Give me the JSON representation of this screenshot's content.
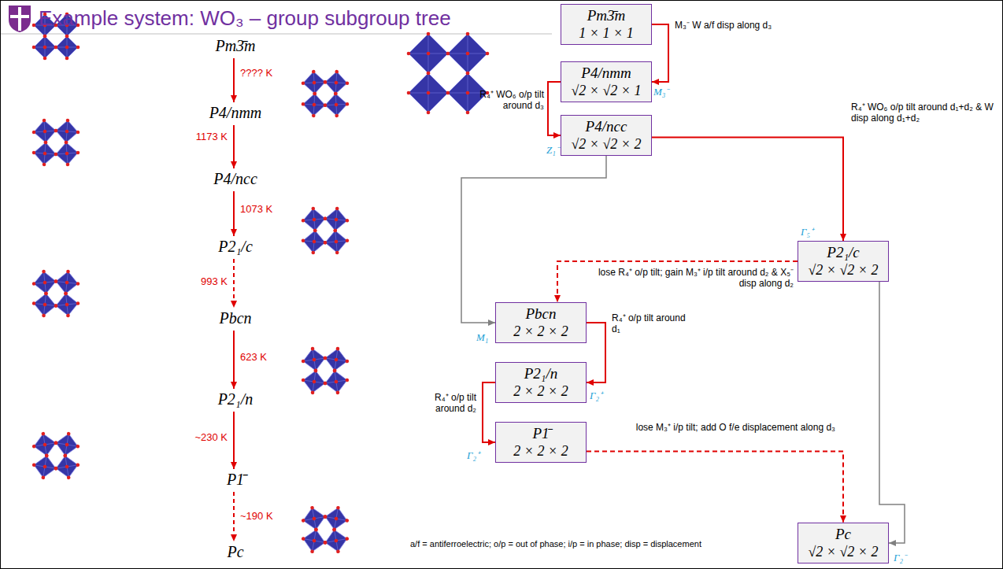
{
  "diagram": {
    "title": "Example system: WO₃ – group subgroup tree",
    "nodes": [
      {
        "text": [
          "Pm3̄m",
          "1 × 1 × 1"
        ]
      },
      {
        "text": [
          "P4/nmm",
          "√2 × √2 × 1"
        ]
      },
      {
        "text": [
          "P4/ncc",
          "√2 × √2 × 2"
        ]
      },
      {
        "text": [
          "P2₁/c",
          "√2 × √2 × 2"
        ]
      },
      {
        "text": [
          "Pbcn",
          "2 × 2 × 2"
        ]
      },
      {
        "text": [
          "P2₁/n",
          "2 × 2 × 2"
        ]
      },
      {
        "text": [
          "P1̄",
          "2 × 2 × 2"
        ]
      },
      {
        "text": [
          "Pc",
          "√2 × √2 × 2"
        ]
      }
    ],
    "edges": [
      {
        "from": 0,
        "to": 1,
        "arrow": "to",
        "label": "M₃⁻ W a/f disp along d₃"
      },
      {
        "from": 1,
        "to": 2,
        "arrow": "to",
        "label": "R₄⁺ WO₆ o/p tilt around d₃"
      },
      {
        "from": 2,
        "to": 3,
        "arrow": "to",
        "label": "R₄⁺ WO₆ o/p tilt around d₁+d₂ & W disp along d₁+d₂"
      },
      {
        "from": 3,
        "to": 4,
        "arrow": "to",
        "label": "lose R₄⁺ o/p tilt; gain M₃⁺ i/p tilt around d₂ & X₅⁻ disp along d₂"
      },
      {
        "from": 2,
        "to": 4,
        "arrow": "to"
      },
      {
        "from": 4,
        "to": 5,
        "arrow": "to",
        "label": "R₄⁺ o/p tilt around d₁"
      },
      {
        "from": 5,
        "to": 6,
        "arrow": "to",
        "label": "R₄⁺ o/p tilt around d₂"
      },
      {
        "from": 6,
        "to": 7,
        "arrow": "to",
        "label": "lose M₃⁺ i/p tilt; add O f/e displacement along d₃"
      },
      {
        "from": 3,
        "to": 7,
        "arrow": "to"
      }
    ],
    "labels": [
      "Pm3̄m",
      "???? K",
      "P4/nmm",
      "1173 K",
      "P4/ncc",
      "1073 K",
      "P2₁/c",
      "993 K",
      "Pbcn",
      "623 K",
      "P2₁/n",
      "~230 K",
      "P1̄",
      "~190 K",
      "Pc",
      "M₃⁻",
      "Z₁⁻",
      "Γ₅⁺",
      "M₁",
      "Γ₂⁺",
      "Γ₂⁺",
      "Γ₂⁻",
      "a/f = antiferroelectric; o/p = out of phase; i/p = in phase; disp = displacement"
    ]
  }
}
